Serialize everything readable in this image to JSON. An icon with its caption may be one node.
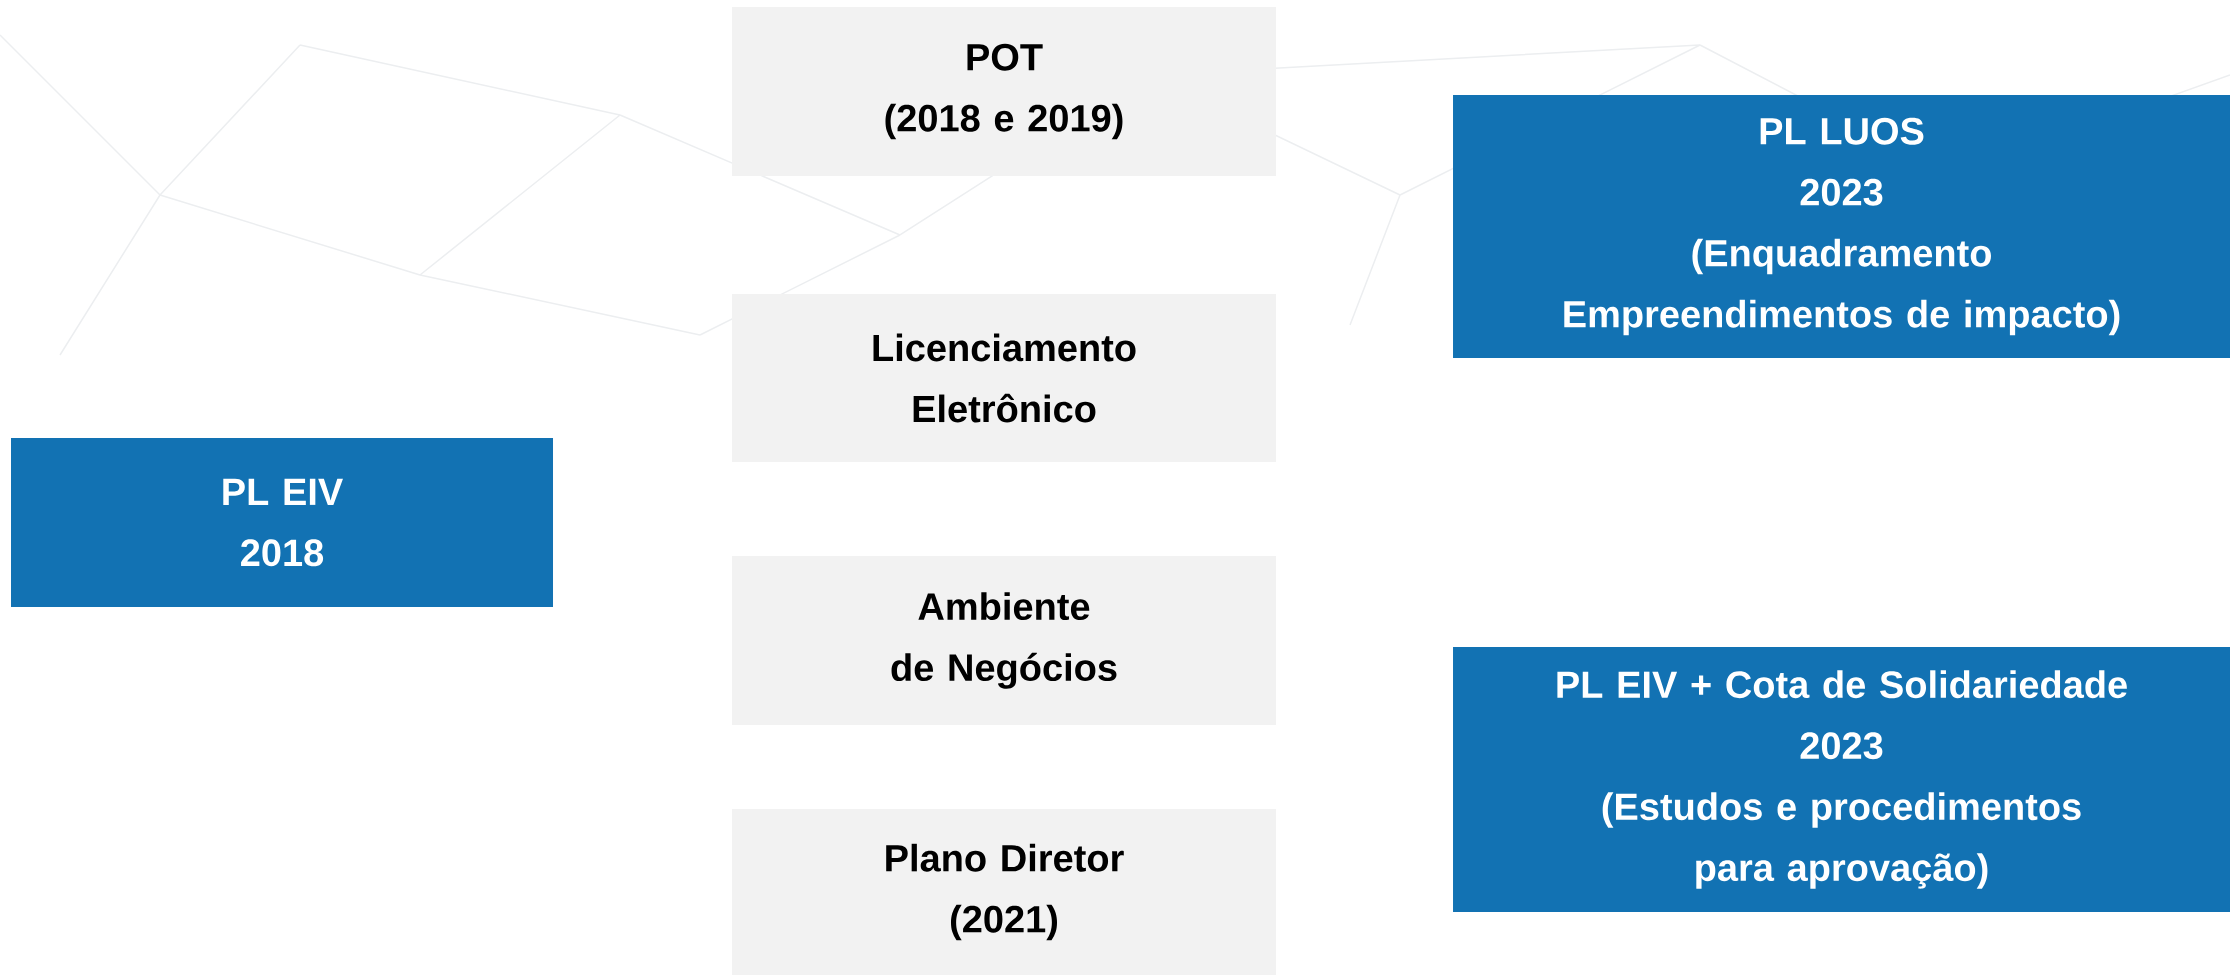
{
  "diagram": {
    "nodes": [
      {
        "text": [
          "PL EIV",
          "2018"
        ]
      },
      {
        "text": [
          "POT",
          "(2018 e 2019)"
        ]
      },
      {
        "text": [
          "Licenciamento Eletrônico"
        ]
      },
      {
        "text": [
          "Ambiente de Negócios"
        ]
      },
      {
        "text": [
          "Plano Diretor",
          "(2021)"
        ]
      },
      {
        "text": [
          "PL LUOS",
          "2023",
          "(Enquadramento Empreendimentos de impacto)"
        ]
      },
      {
        "text": [
          "PL EIV + Cota de Solidariedade",
          "2023",
          "(Estudos e procedimentos para aprovação)"
        ]
      }
    ]
  }
}
